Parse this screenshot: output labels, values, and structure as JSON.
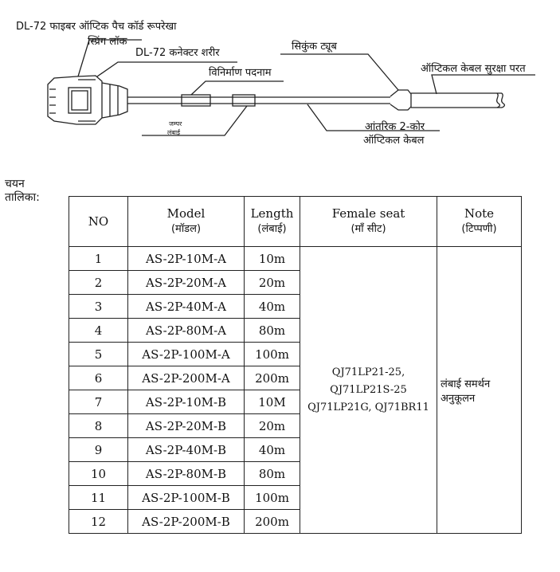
{
  "diagram": {
    "title": "DL-72 फाइबर ऑप्टिक पैच कॉर्ड रूपरेखा",
    "spring_lock": "स्प्रिंग लॉक",
    "connector_body": "DL-72 कनेक्टर शरीर",
    "spec_label": "विनिर्माण पदनाम",
    "shrink_tube": "सिकुंक ट्यूब",
    "cable_protection": "ऑप्टिकल केबल सुरक्षा परत",
    "jumper_length_1": "जम्पर",
    "jumper_length_2": "लंबाई",
    "inner_cable_1": "आंतरिक 2-कोर",
    "inner_cable_2": "ऑप्टिकल केबल"
  },
  "selection_title_1": "चयन",
  "selection_title_2": "तालिका:",
  "table": {
    "headers": {
      "no": "NO",
      "model": "Model",
      "model_hi": "(मॉडल)",
      "length": "Length",
      "length_hi": "(लंबाई)",
      "female": "Female seat",
      "female_hi": "(माँ सीट)",
      "note": "Note",
      "note_hi": "(टिप्पणी)"
    },
    "rows": [
      {
        "no": "1",
        "model": "AS-2P-10M-A",
        "length": "10m"
      },
      {
        "no": "2",
        "model": "AS-2P-20M-A",
        "length": "20m"
      },
      {
        "no": "3",
        "model": "AS-2P-40M-A",
        "length": "40m"
      },
      {
        "no": "4",
        "model": "AS-2P-80M-A",
        "length": "80m"
      },
      {
        "no": "5",
        "model": "AS-2P-100M-A",
        "length": "100m"
      },
      {
        "no": "6",
        "model": "AS-2P-200M-A",
        "length": "200m"
      },
      {
        "no": "7",
        "model": "AS-2P-10M-B",
        "length": "10M"
      },
      {
        "no": "8",
        "model": "AS-2P-20M-B",
        "length": "20m"
      },
      {
        "no": "9",
        "model": "AS-2P-40M-B",
        "length": "40m"
      },
      {
        "no": "10",
        "model": "AS-2P-80M-B",
        "length": "80m"
      },
      {
        "no": "11",
        "model": "AS-2P-100M-B",
        "length": "100m"
      },
      {
        "no": "12",
        "model": "AS-2P-200M-B",
        "length": "200m"
      }
    ],
    "female_seat_line1": "QJ71LP21-25, QJ71LP21S-25",
    "female_seat_line2": "QJ71LP21G, QJ71BR11",
    "note_line1": "लंबाई समर्थन",
    "note_line2": "अनुकूलन"
  }
}
